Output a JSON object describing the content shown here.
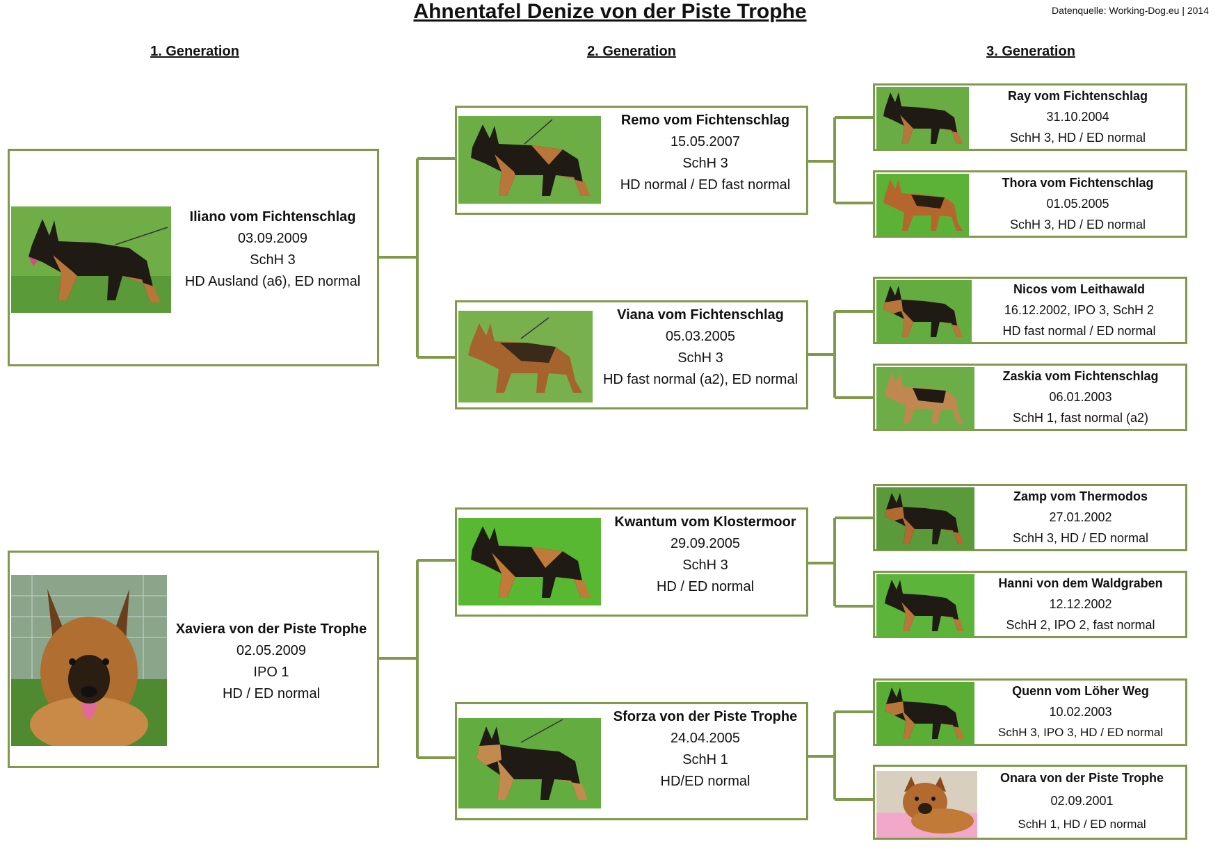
{
  "title": "Ahnentafel Denize von der Piste Trophe",
  "source": "Datenquelle: Working-Dog.eu | 2014",
  "generations": [
    "1. Generation",
    "2. Generation",
    "3. Generation"
  ],
  "dogs": {
    "iliano": {
      "name": "Iliano vom Fichtenschlag",
      "line1": "03.09.2009",
      "line2": "SchH 3",
      "line3": "HD Ausland (a6), ED normal"
    },
    "xaviera": {
      "name": "Xaviera von der Piste Trophe",
      "line1": "02.05.2009",
      "line2": "IPO 1",
      "line3": "HD / ED normal"
    },
    "remo": {
      "name": "Remo vom Fichtenschlag",
      "line1": "15.05.2007",
      "line2": "SchH 3",
      "line3": "HD normal / ED fast normal"
    },
    "viana": {
      "name": "Viana vom Fichtenschlag",
      "line1": "05.03.2005",
      "line2": "SchH 3",
      "line3": "HD fast normal (a2), ED normal"
    },
    "kwantum": {
      "name": "Kwantum vom Klostermoor",
      "line1": "29.09.2005",
      "line2": "SchH 3",
      "line3": "HD / ED normal"
    },
    "sforza": {
      "name": "Sforza von der Piste Trophe",
      "line1": "24.04.2005",
      "line2": "SchH 1",
      "line3": "HD/ED normal"
    },
    "ray": {
      "name": "Ray vom Fichtenschlag",
      "line1": "31.10.2004",
      "line2": "SchH 3, HD / ED normal"
    },
    "thora": {
      "name": "Thora vom Fichtenschlag",
      "line1": "01.05.2005",
      "line2": "SchH 3, HD / ED normal"
    },
    "nicos": {
      "name": "Nicos vom Leithawald",
      "line1": "16.12.2002, IPO 3, SchH 2",
      "line2": "HD fast normal / ED normal"
    },
    "zaskia": {
      "name": "Zaskia vom Fichtenschlag",
      "line1": "06.01.2003",
      "line2": "SchH 1, fast normal (a2)"
    },
    "zamp": {
      "name": "Zamp vom Thermodos",
      "line1": "27.01.2002",
      "line2": "SchH 3, HD / ED normal"
    },
    "hanni": {
      "name": "Hanni von dem Waldgraben",
      "line1": "12.12.2002",
      "line2": "SchH 2, IPO 2, fast normal"
    },
    "quenn": {
      "name": "Quenn vom Löher Weg",
      "line1": "10.02.2003",
      "line2": "SchH 3, IPO 3, HD / ED normal"
    },
    "onara": {
      "name": "Onara von der Piste Trophe",
      "line1": "02.09.2001",
      "line2": "SchH 1, HD / ED normal"
    }
  },
  "colors": {
    "border": "#7f9a4a",
    "grass": "#5fa83a",
    "coat_black": "#1f1a14",
    "coat_tan": "#b9763a"
  }
}
